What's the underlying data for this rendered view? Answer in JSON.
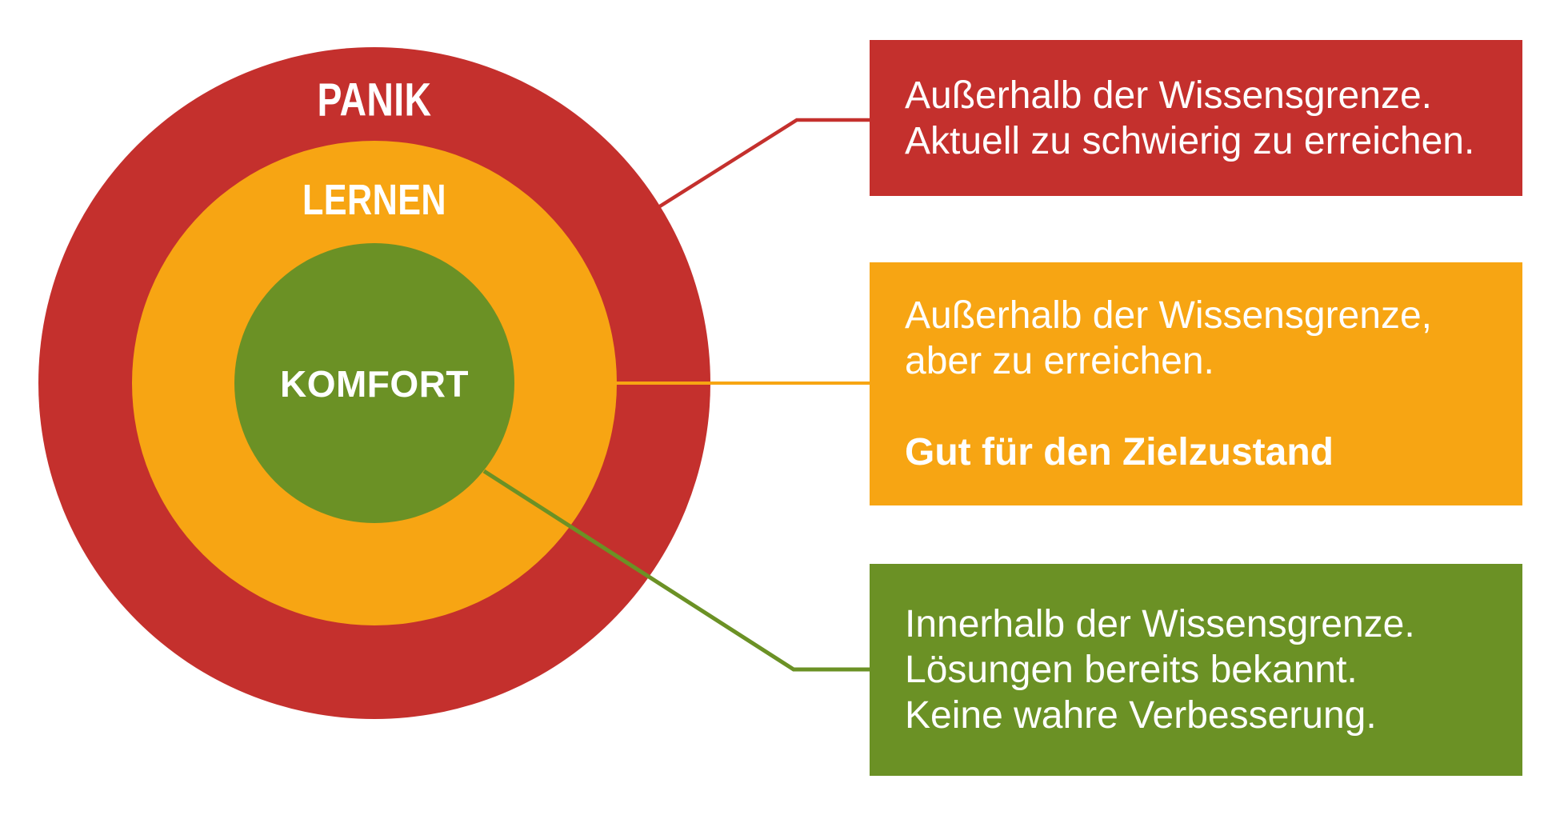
{
  "colors": {
    "panik": "#C4302D",
    "lernen": "#F7A513",
    "komfort": "#6B9125",
    "text_on_color": "#FFFFFF",
    "background": "#FFFFFF"
  },
  "zones": {
    "panik": {
      "label": "PANIK"
    },
    "lernen": {
      "label": "LERNEN"
    },
    "komfort": {
      "label": "KOMFORT"
    }
  },
  "callouts": {
    "panik": {
      "lines": [
        "Außerhalb der Wissensgrenze.",
        "Aktuell zu schwierig zu erreichen."
      ]
    },
    "lernen": {
      "lines": [
        "Außerhalb der Wissensgrenze,",
        "aber zu erreichen."
      ],
      "emphasis": "Gut für den Zielzustand"
    },
    "komfort": {
      "lines": [
        "Innerhalb der Wissensgrenze.",
        "Lösungen bereits bekannt.",
        "Keine wahre Verbesserung."
      ]
    }
  }
}
